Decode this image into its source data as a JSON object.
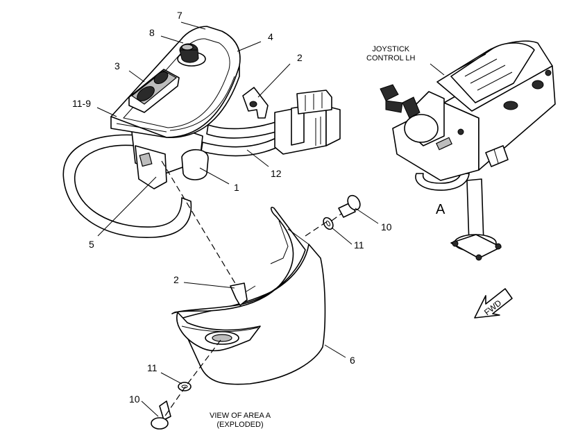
{
  "callouts": {
    "c7": "7",
    "c8": "8",
    "c4": "4",
    "c3": "3",
    "c2_top": "2",
    "c11_9": "11-9",
    "c1": "1",
    "c12": "12",
    "c5": "5",
    "c10_right": "10",
    "c11_right": "11",
    "c2_mid": "2",
    "c6": "6",
    "c11_bottom": "11",
    "c10_bottom": "10"
  },
  "joystick_label": "JOYSTICK\nCONTROL LH",
  "view_marker": "A",
  "view_caption": "VIEW OF AREA A\n(EXPLODED)",
  "fwd_arrow": "FWD"
}
